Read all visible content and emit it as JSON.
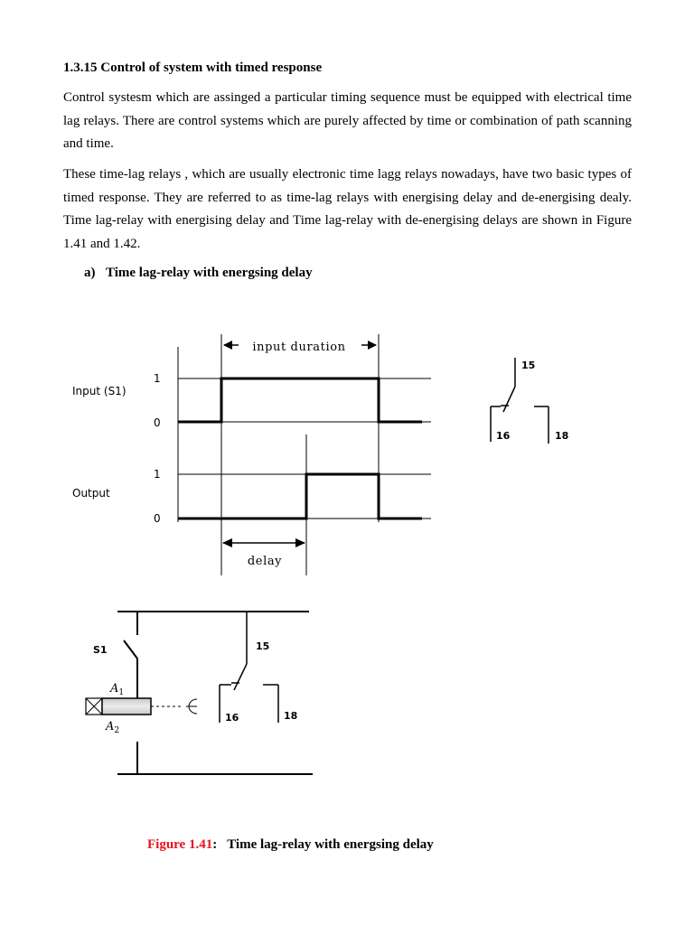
{
  "section": {
    "title": "1.3.15 Control of system with timed response"
  },
  "paragraphs": [
    "Control systesm which are assinged a particular timing sequence must be equipped with electrical time lag relays. There are control systems which are purely affected by time or combination of path scanning and time.",
    "These time-lag relays , which are usually electronic time lagg relays nowadays, have two basic types of timed response. They are referred to as time-lag relays with energising delay and de-energising dealy.  Time lag-relay with energising delay and Time lag-relay with de-energising delays are shown in Figure 1.41 and 1.42."
  ],
  "subheading": {
    "marker": "a)",
    "text": "Time lag-relay with energsing delay"
  },
  "timing_diagram": {
    "input_duration_label": "input duration",
    "delay_label": "delay",
    "signals": [
      {
        "name": "Input (S1)",
        "high_label": "1",
        "low_label": "0",
        "sequence": [
          0,
          1,
          0
        ]
      },
      {
        "name": "Output",
        "high_label": "1",
        "low_label": "0",
        "sequence": [
          0,
          1,
          0
        ]
      }
    ]
  },
  "contact_symbol": {
    "common_terminal": "15",
    "nc_terminal": "16",
    "no_terminal": "18"
  },
  "circuit": {
    "switch_label": "S1",
    "coil_terminal_1": "A",
    "coil_terminal_1_sub": "1",
    "coil_terminal_2": "A",
    "coil_terminal_2_sub": "2",
    "contact_common": "15",
    "contact_nc": "16",
    "contact_no": "18"
  },
  "caption": {
    "label": "Figure 1.41",
    "separator": ":",
    "text": "Time lag-relay with energsing delay"
  },
  "colors": {
    "caption_label": "#e8141c",
    "coil_fill": "#d4d4d4"
  }
}
